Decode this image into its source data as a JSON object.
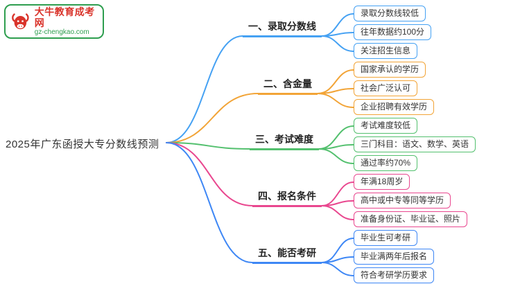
{
  "logo": {
    "title": "大牛教育成考网",
    "subtitle": "gz-chengkao.com",
    "brand_red": "#D9342B",
    "brand_green": "#2E9E4F"
  },
  "root": {
    "label": "2025年广东函授大专分数线预测"
  },
  "branches": [
    {
      "label": "一、录取分数线",
      "color": "#45A1F3",
      "children": [
        "录取分数线较低",
        "往年数据约100分",
        "关注招生信息"
      ]
    },
    {
      "label": "二、含金量",
      "color": "#F2A437",
      "children": [
        "国家承认的学历",
        "社会广泛认可",
        "企业招聘有效学历"
      ]
    },
    {
      "label": "三、考试难度",
      "color": "#53C06E",
      "children": [
        "考试难度较低",
        "三门科目：语文、数学、英语",
        "通过率约70%"
      ]
    },
    {
      "label": "四、报名条件",
      "color": "#E9478F",
      "children": [
        "年满18周岁",
        "高中或中专等同等学历",
        "准备身份证、毕业证、照片"
      ]
    },
    {
      "label": "五、能否考研",
      "color": "#3E87F5",
      "children": [
        "毕业生可考研",
        "毕业满两年后报名",
        "符合考研学历要求"
      ]
    }
  ]
}
